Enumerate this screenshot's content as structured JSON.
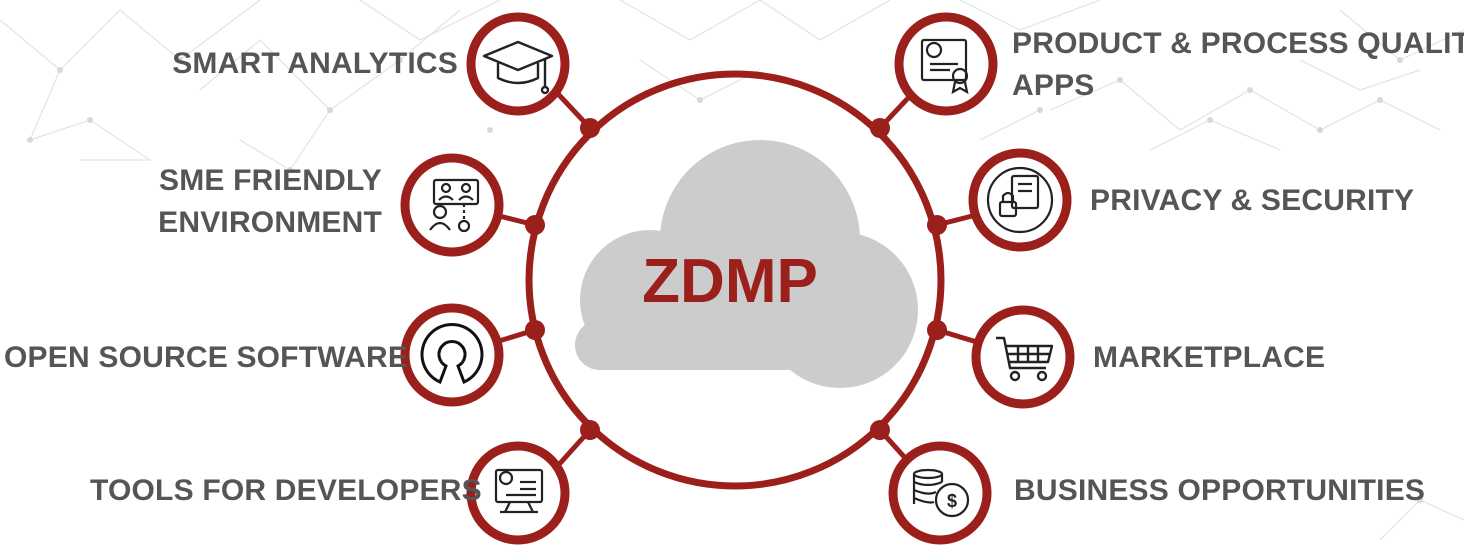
{
  "hub": {
    "label": "ZDMP"
  },
  "features": {
    "smart_analytics": {
      "lines": [
        "SMART ANALYTICS"
      ],
      "icon": "graduation-cap-icon"
    },
    "sme_friendly": {
      "lines": [
        "SME FRIENDLY",
        "ENVIRONMENT"
      ],
      "icon": "users-network-icon"
    },
    "open_source": {
      "lines": [
        "OPEN SOURCE SOFTWARE"
      ],
      "icon": "open-source-icon"
    },
    "tools_developers": {
      "lines": [
        "TOOLS FOR DEVELOPERS"
      ],
      "icon": "developer-monitor-icon"
    },
    "product_quality": {
      "lines": [
        "PRODUCT & PROCESS QUALITY",
        "APPS"
      ],
      "icon": "certificate-icon"
    },
    "privacy_security": {
      "lines": [
        "PRIVACY & SECURITY"
      ],
      "icon": "secure-document-icon"
    },
    "marketplace": {
      "lines": [
        "MARKETPLACE"
      ],
      "icon": "shopping-cart-icon"
    },
    "business_opportunities": {
      "lines": [
        "BUSINESS OPPORTUNITIES"
      ],
      "icon": "coins-dollar-icon"
    }
  },
  "colors": {
    "accent": "#9b1f1a",
    "text": "#555555",
    "cloud": "#cccccc",
    "network": "#e3e3e3"
  }
}
